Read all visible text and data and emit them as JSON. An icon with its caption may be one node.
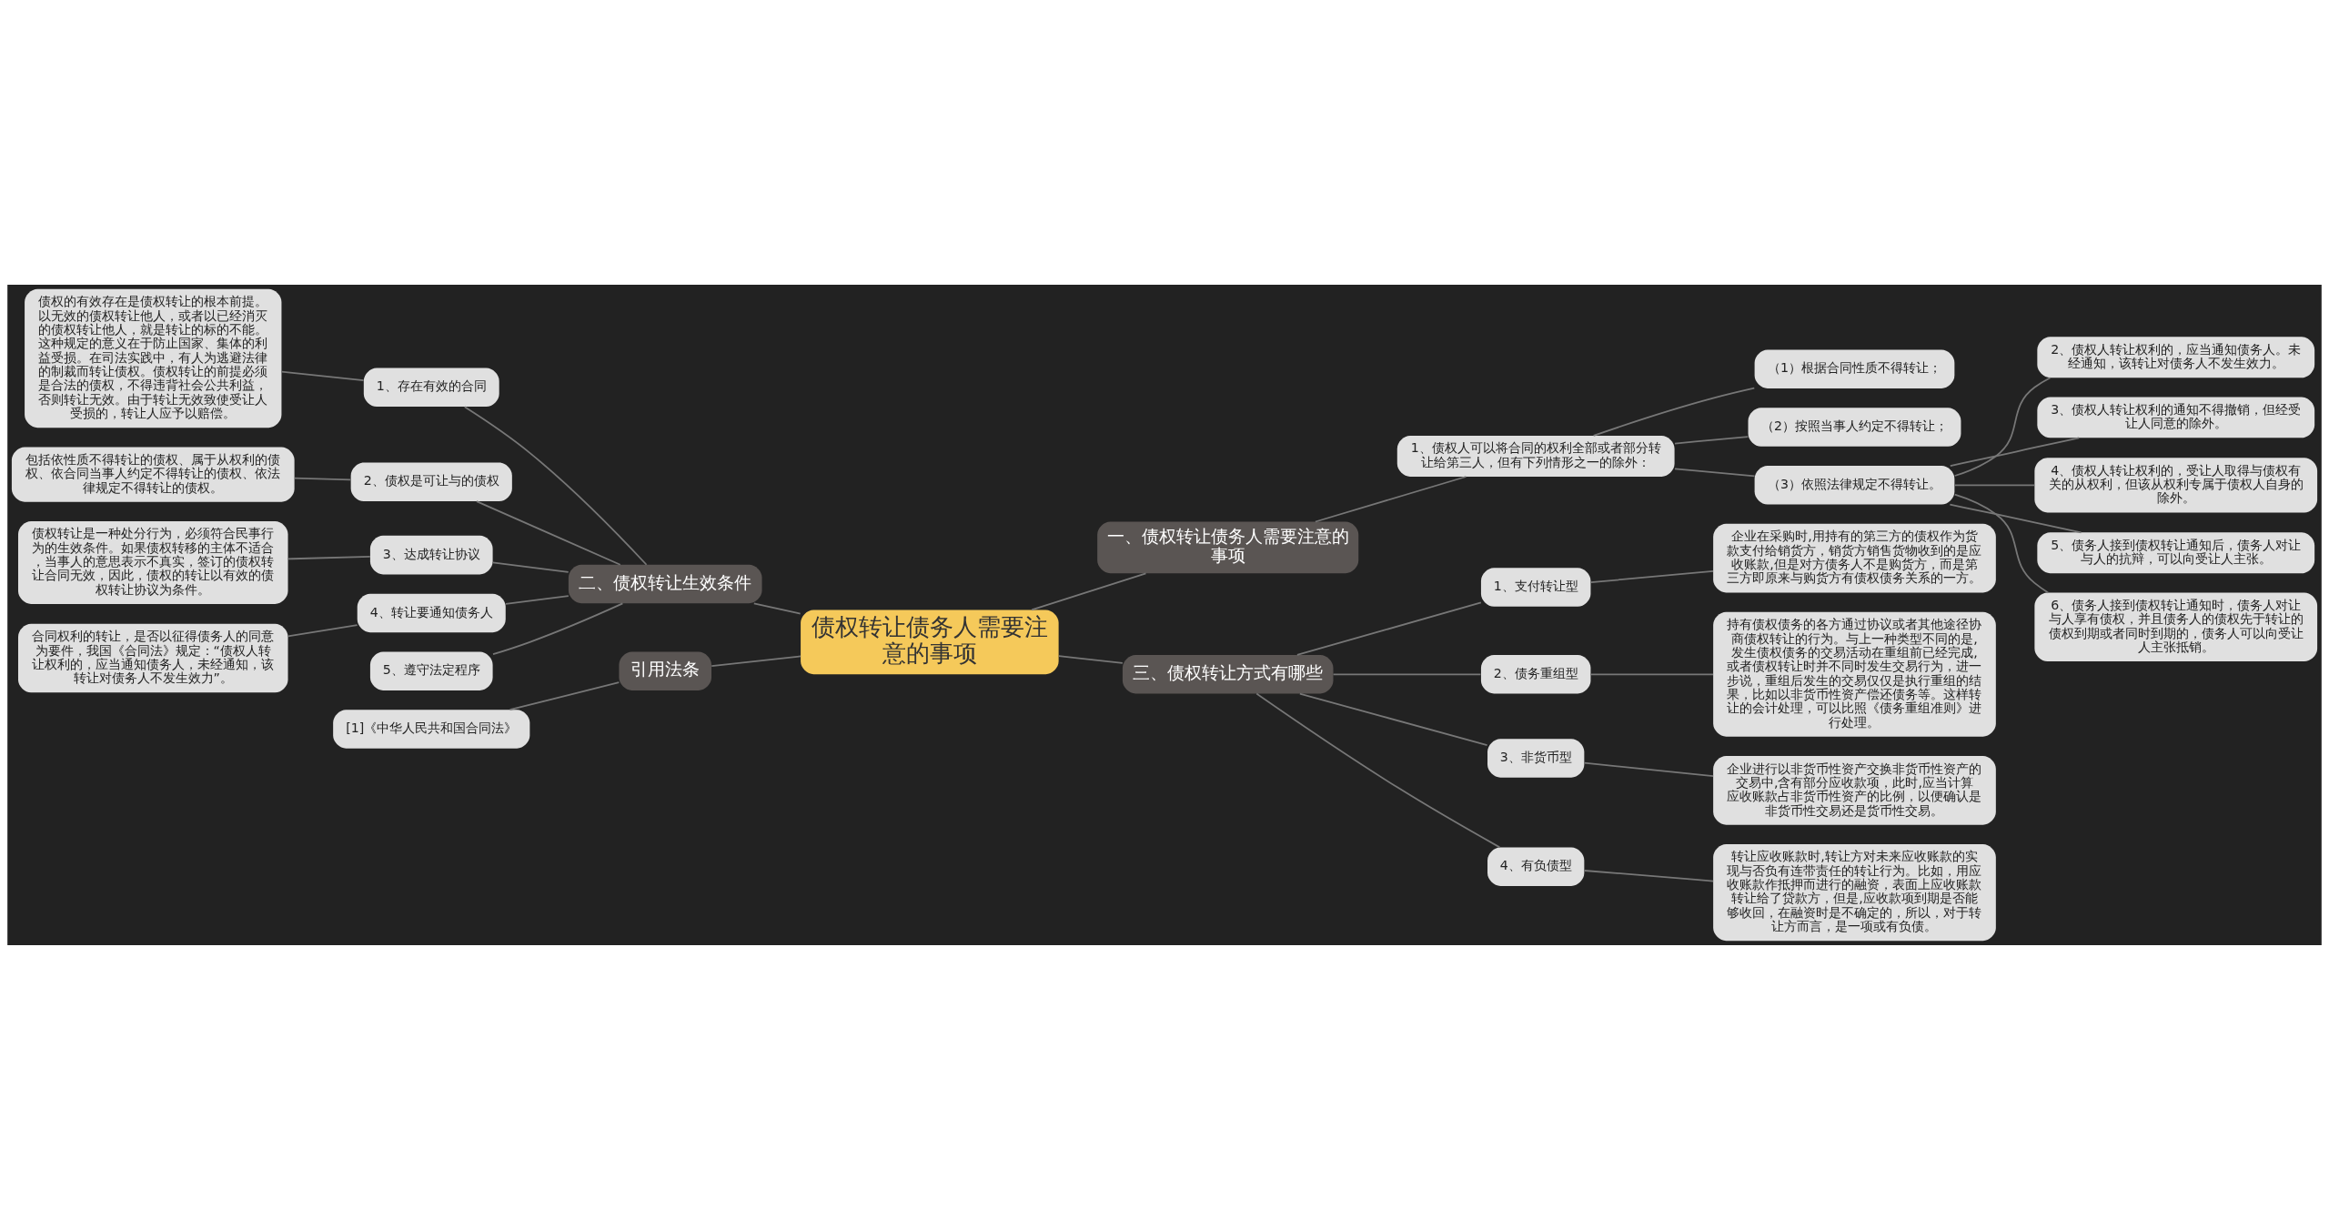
{
  "diagram": {
    "nodes": [
      {
        "text": [
          "债权转让债务人需要注意的事项"
        ]
      },
      {
        "text": [
          "一、债权转让债务人需要注意的事项"
        ]
      },
      {
        "text": [
          "1、债权人可以将合同的权利全部或者部分转让给第三人，但有下列情形之一的除外："
        ]
      },
      {
        "text": [
          "（1）根据合同性质不得转让；"
        ]
      },
      {
        "text": [
          "（2）按照当事人约定不得转让；"
        ]
      },
      {
        "text": [
          "（3）依照法律规定不得转让。"
        ]
      },
      {
        "text": [
          "2、债权人转让权利的，应当通知债务人。未经通知，该转让对债务人不发生效力。"
        ]
      },
      {
        "text": [
          "3、债权人转让权利的通知不得撤销，但经受让人同意的除外。"
        ]
      },
      {
        "text": [
          "4、债权人转让权利的，受让人取得与债权有关的从权利，但该从权利专属于债权人自身的除外。"
        ]
      },
      {
        "text": [
          "5、债务人接到债权转让通知后，债务人对让与人的抗辩，可以向受让人主张。"
        ]
      },
      {
        "text": [
          "6、债务人接到债权转让通知时，债务人对让与人享有债权，并且债务人的债权先于转让的债权到期或者同时到期的，债务人可以向受让人主张抵销。"
        ]
      },
      {
        "text": [
          "二、债权转让生效条件"
        ]
      },
      {
        "text": [
          "1、存在有效的合同"
        ]
      },
      {
        "text": [
          "债权的有效存在是债权转让的根本前提。以无效的债权转让他人，或者以已经消灭的债权转让他人，就是转让的标的不能。这种规定的意义在于防止国家、集体的利益受损。在司法实践中，有人为逃避法律的制裁而转让债权。债权转让的前提必须是合法的债权，不得违背社会公共利益，否则转让无效。由于转让无效致使受让人受损的，转让人应予以赔偿。"
        ]
      },
      {
        "text": [
          "2、债权是可让与的债权"
        ]
      },
      {
        "text": [
          "包括依性质不得转让的债权、属于从权利的债权、依合同当事人约定不得转让的债权、依法律规定不得转让的债权。"
        ]
      },
      {
        "text": [
          "3、达成转让协议"
        ]
      },
      {
        "text": [
          "债权转让是一种处分行为，必须符合民事行为的生效条件。如果债权转移的主体不适合，当事人的意思表示不真实，签订的债权转让合同无效，因此，债权的转让以有效的债权转让协议为条件。"
        ]
      },
      {
        "text": [
          "4、转让要通知债务人"
        ]
      },
      {
        "text": [
          "合同权利的转让，是否以征得债务人的同意为要件，我国《合同法》规定：“债权人转让权利的，应当通知债务人，未经通知，该转让对债务人不发生效力”。"
        ]
      },
      {
        "text": [
          "5、遵守法定程序"
        ]
      },
      {
        "text": [
          "三、债权转让方式有哪些"
        ]
      },
      {
        "text": [
          "1、支付转让型"
        ]
      },
      {
        "text": [
          "企业在采购时,用持有的第三方的债权作为货款支付给销货方，销货方销售货物收到的是应收账款,但是对方债务人不是购货方，而是第三方即原来与购货方有债权债务关系的一方。"
        ]
      },
      {
        "text": [
          "2、债务重组型"
        ]
      },
      {
        "text": [
          "持有债权债务的各方通过协议或者其他途径协商债权转让的行为。与上一种类型不同的是,发生债权债务的交易活动在重组前已经完成,或者债权转让时并不同时发生交易行为，进一步说，重组后发生的交易仅仅是执行重组的结果，比如以非货币性资产偿还债务等。这样转让的会计处理，可以比照《债务重组准则》进行处理。"
        ]
      },
      {
        "text": [
          "3、非货币型"
        ]
      },
      {
        "text": [
          "企业进行以非货币性资产交换非货币性资产的交易中,含有部分应收款项，此时,应当计算应收账款占非货币性资产的比例，以便确认是非货币性交易还是货币性交易。"
        ]
      },
      {
        "text": [
          "4、有负债型"
        ]
      },
      {
        "text": [
          "转让应收账款时,转让方对未来应收账款的实现与否负有连带责任的转让行为。比如，用应收账款作抵押而进行的融资，表面上应收账款转让给了贷款方，但是,应收款项到期是否能够收回，在融资时是不确定的，所以，对于转让方而言，是一项或有负债。"
        ]
      },
      {
        "text": [
          "引用法条"
        ]
      },
      {
        "text": [
          "[1]《中华人民共和国合同法》"
        ]
      }
    ],
    "edges": [
      {
        "from": 0,
        "to": 1,
        "arrow": "none"
      },
      {
        "from": 1,
        "to": 2,
        "arrow": "none"
      },
      {
        "from": 2,
        "to": 3,
        "arrow": "none"
      },
      {
        "from": 2,
        "to": 4,
        "arrow": "none"
      },
      {
        "from": 2,
        "to": 5,
        "arrow": "none"
      },
      {
        "from": 5,
        "to": 6,
        "arrow": "none"
      },
      {
        "from": 5,
        "to": 7,
        "arrow": "none"
      },
      {
        "from": 5,
        "to": 8,
        "arrow": "none"
      },
      {
        "from": 5,
        "to": 9,
        "arrow": "none"
      },
      {
        "from": 5,
        "to": 10,
        "arrow": "none"
      },
      {
        "from": 11,
        "to": 0,
        "arrow": "none"
      },
      {
        "from": 12,
        "to": 11,
        "arrow": "none"
      },
      {
        "from": 13,
        "to": 12,
        "arrow": "none"
      },
      {
        "from": 14,
        "to": 11,
        "arrow": "none"
      },
      {
        "from": 15,
        "to": 14,
        "arrow": "none"
      },
      {
        "from": 16,
        "to": 11,
        "arrow": "none"
      },
      {
        "from": 17,
        "to": 16,
        "arrow": "none"
      },
      {
        "from": 18,
        "to": 11,
        "arrow": "none"
      },
      {
        "from": 19,
        "to": 18,
        "arrow": "none"
      },
      {
        "from": 20,
        "to": 11,
        "arrow": "none"
      },
      {
        "from": 0,
        "to": 21,
        "arrow": "none"
      },
      {
        "from": 21,
        "to": 22,
        "arrow": "none"
      },
      {
        "from": 22,
        "to": 23,
        "arrow": "none"
      },
      {
        "from": 21,
        "to": 24,
        "arrow": "none"
      },
      {
        "from": 24,
        "to": 25,
        "arrow": "none"
      },
      {
        "from": 21,
        "to": 26,
        "arrow": "none"
      },
      {
        "from": 26,
        "to": 27,
        "arrow": "none"
      },
      {
        "from": 21,
        "to": 28,
        "arrow": "none"
      },
      {
        "from": 28,
        "to": 29,
        "arrow": "none"
      },
      {
        "from": 30,
        "to": 0,
        "arrow": "none"
      },
      {
        "from": 31,
        "to": 30,
        "arrow": "none"
      }
    ]
  }
}
